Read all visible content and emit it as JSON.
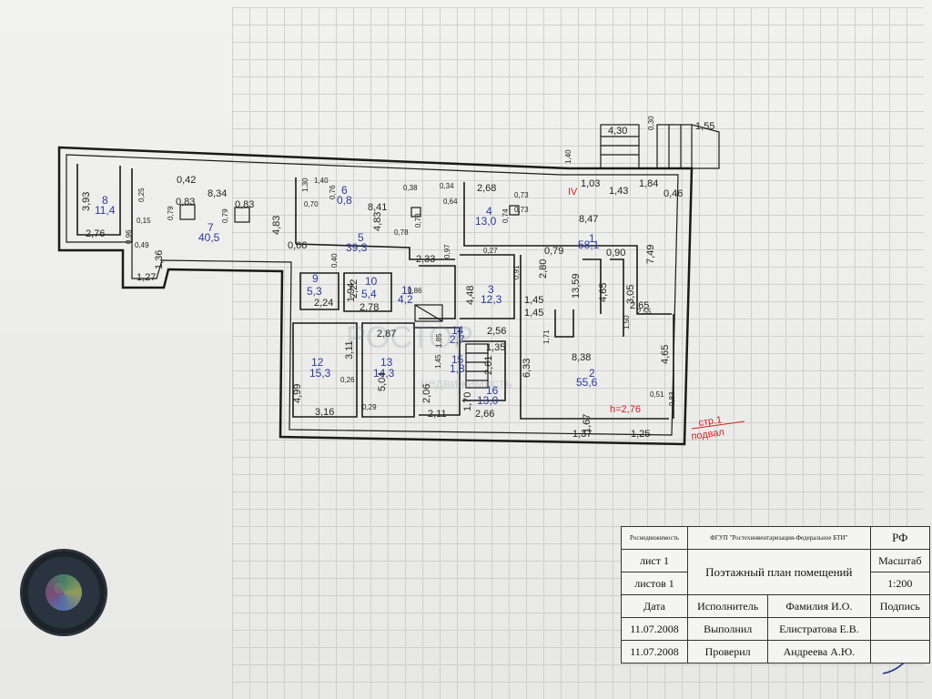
{
  "watermark": {
    "brand": "РОСТОР",
    "sub": "недвижимость"
  },
  "rooms": [
    {
      "id": "r1",
      "num": "1",
      "area": "58,1"
    },
    {
      "id": "r2",
      "num": "2",
      "area": "55,6"
    },
    {
      "id": "r3",
      "num": "3",
      "area": "12,3"
    },
    {
      "id": "r4",
      "num": "4",
      "area": "13,0"
    },
    {
      "id": "r5",
      "num": "5",
      "area": "39,3"
    },
    {
      "id": "r6",
      "num": "6",
      "area": "0,8"
    },
    {
      "id": "r7",
      "num": "7",
      "area": "40,5"
    },
    {
      "id": "r8",
      "num": "8",
      "area": "11,4"
    },
    {
      "id": "r9",
      "num": "9",
      "area": "5,3"
    },
    {
      "id": "r10",
      "num": "10",
      "area": "5,4"
    },
    {
      "id": "r11",
      "num": "11",
      "area": "4,2"
    },
    {
      "id": "r12",
      "num": "12",
      "area": "15,3"
    },
    {
      "id": "r13",
      "num": "13",
      "area": "14,3"
    },
    {
      "id": "r14",
      "num": "14",
      "area": "2,7"
    },
    {
      "id": "r15",
      "num": "15",
      "area": "1,8"
    },
    {
      "id": "r16",
      "num": "16",
      "area": "13,0"
    }
  ],
  "dimensions": [
    "4,30",
    "0,30",
    "1,55",
    "1,40",
    "1,03",
    "1,43",
    "1,84",
    "0,46",
    "IV",
    "2,68",
    "0,73",
    "0,73",
    "0,74",
    "8,47",
    "7,49",
    "0,42",
    "8,34",
    "0,83",
    "0,83",
    "0,79",
    "0,79",
    "3,93",
    "2,76",
    "0,15",
    "0,25",
    "4,83",
    "0,66",
    "1,36",
    "1,27",
    "0,49",
    "8,41",
    "4,83",
    "0,78",
    "0,78",
    "1,40",
    "0,38",
    "0,34",
    "2,33",
    "0,97",
    "0,79",
    "0,90",
    "2,80",
    "13,59",
    "4,65",
    "3,05",
    "2,65",
    "4,48",
    "2,56",
    "1,45",
    "1,45",
    "2,22",
    "1,94",
    "2,78",
    "2,24",
    "2,87",
    "3,11",
    "4,99",
    "3,16",
    "5,04",
    "0,29",
    "0,26",
    "2,06",
    "2,11",
    "1,70",
    "2,61",
    "1,35",
    "2,66",
    "6,33",
    "1,71",
    "8,38",
    "4,65",
    "0,51",
    "0,83",
    "1,67",
    "1,37",
    "1,25",
    "1,50",
    "2,55",
    "0,96",
    "0,70",
    "0,76",
    "0,91",
    "0,64",
    "0,27",
    "0,86",
    "1,85",
    "1,45",
    "0,40",
    "1,30"
  ],
  "height_note": "h=2,76",
  "floor_label": {
    "line1": "стр.1",
    "line2": "подвал"
  },
  "stamp": {
    "org_left": "Роснедвижимость",
    "org_mid": "ФГУП \"Ростехинвентаризация-Федеральное БТИ\"",
    "org_right": "РФ",
    "sheet": "лист 1",
    "sheets": "листов 1",
    "title": "Поэтажный план помещений",
    "scale_label": "Масштаб",
    "scale_value": "1:200",
    "col_date": "Дата",
    "col_executor": "Исполнитель",
    "col_name": "Фамилия И.О.",
    "col_sign": "Подпись",
    "row1_date": "11.07.2008",
    "row1_role": "Выполнил",
    "row1_name": "Елистратова Е.В.",
    "row2_date": "11.07.2008",
    "row2_role": "Проверил",
    "row2_name": "Андреева А.Ю."
  }
}
